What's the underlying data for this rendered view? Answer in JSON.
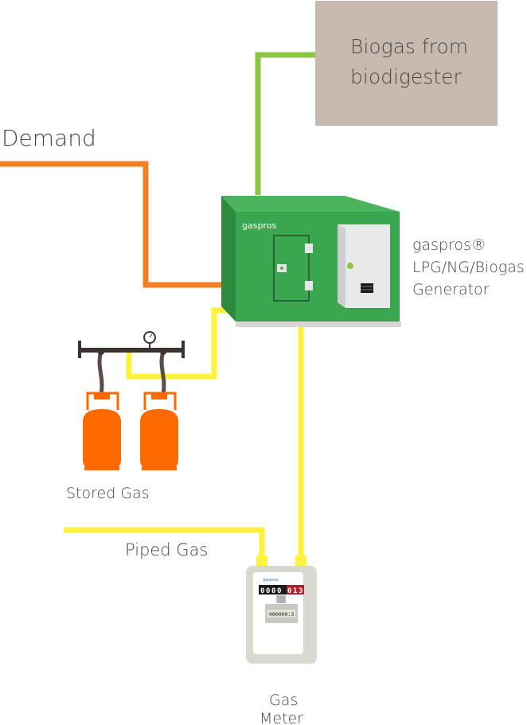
{
  "labels": {
    "biogas_source_line1": "Biogas from",
    "biogas_source_line2": "biodigester",
    "demand": "Demand",
    "generator_line1": "gaspros®",
    "generator_line2": "LPG/NG/Biogas",
    "generator_line3": "Generator",
    "generator_brand": "gaspros",
    "stored_gas": "Stored Gas",
    "piped_gas": "Piped Gas",
    "gas_meter_line1": "Gas",
    "gas_meter_line2": "Meter",
    "meter_brand": "gaspros"
  },
  "meter": {
    "counter_black": [
      "0",
      "0",
      "0",
      "0"
    ],
    "counter_red": [
      "0",
      "1",
      "3"
    ],
    "small_display": "000000:3"
  },
  "colors": {
    "biogas_pipe": "#8dc63f",
    "demand_pipe": "#f07f26",
    "gas_pipe": "#fff23a",
    "generator_green": "#3aa64f",
    "generator_dark": "#2e8a3f",
    "biogas_box": "#c8b9af",
    "cylinder": "#ff6a00",
    "meter_body": "#d9d9d2"
  }
}
